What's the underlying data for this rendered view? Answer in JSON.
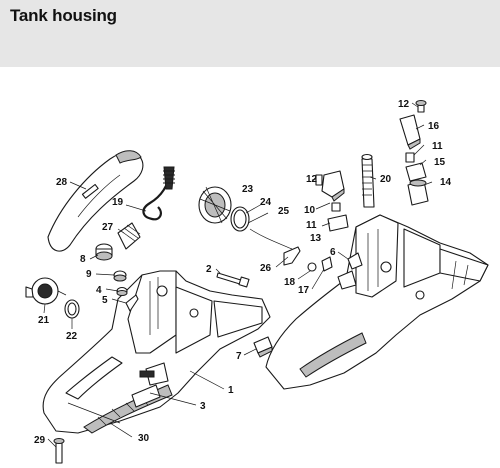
{
  "title": "Tank housing",
  "colors": {
    "header_bg": "#e6e6e6",
    "line": "#1a1a1a",
    "shade": "#bdbdbd"
  },
  "callouts": [
    {
      "id": "c12a",
      "label": "12"
    },
    {
      "id": "c16",
      "label": "16"
    },
    {
      "id": "c11a",
      "label": "11"
    },
    {
      "id": "c15",
      "label": "15"
    },
    {
      "id": "c14",
      "label": "14"
    },
    {
      "id": "c12b",
      "label": "12"
    },
    {
      "id": "c20",
      "label": "20"
    },
    {
      "id": "c10",
      "label": "10"
    },
    {
      "id": "c11b",
      "label": "11"
    },
    {
      "id": "c13",
      "label": "13"
    },
    {
      "id": "c6",
      "label": "6"
    },
    {
      "id": "c23",
      "label": "23"
    },
    {
      "id": "c24",
      "label": "24"
    },
    {
      "id": "c25",
      "label": "25"
    },
    {
      "id": "c26",
      "label": "26"
    },
    {
      "id": "c18",
      "label": "18"
    },
    {
      "id": "c17",
      "label": "17"
    },
    {
      "id": "c28",
      "label": "28"
    },
    {
      "id": "c19",
      "label": "19"
    },
    {
      "id": "c27",
      "label": "27"
    },
    {
      "id": "c8",
      "label": "8"
    },
    {
      "id": "c9",
      "label": "9"
    },
    {
      "id": "c2",
      "label": "2"
    },
    {
      "id": "c4",
      "label": "4"
    },
    {
      "id": "c5",
      "label": "5"
    },
    {
      "id": "c21",
      "label": "21"
    },
    {
      "id": "c22",
      "label": "22"
    },
    {
      "id": "c7",
      "label": "7"
    },
    {
      "id": "c1",
      "label": "1"
    },
    {
      "id": "c3",
      "label": "3"
    },
    {
      "id": "c29",
      "label": "29"
    },
    {
      "id": "c30",
      "label": "30"
    }
  ]
}
